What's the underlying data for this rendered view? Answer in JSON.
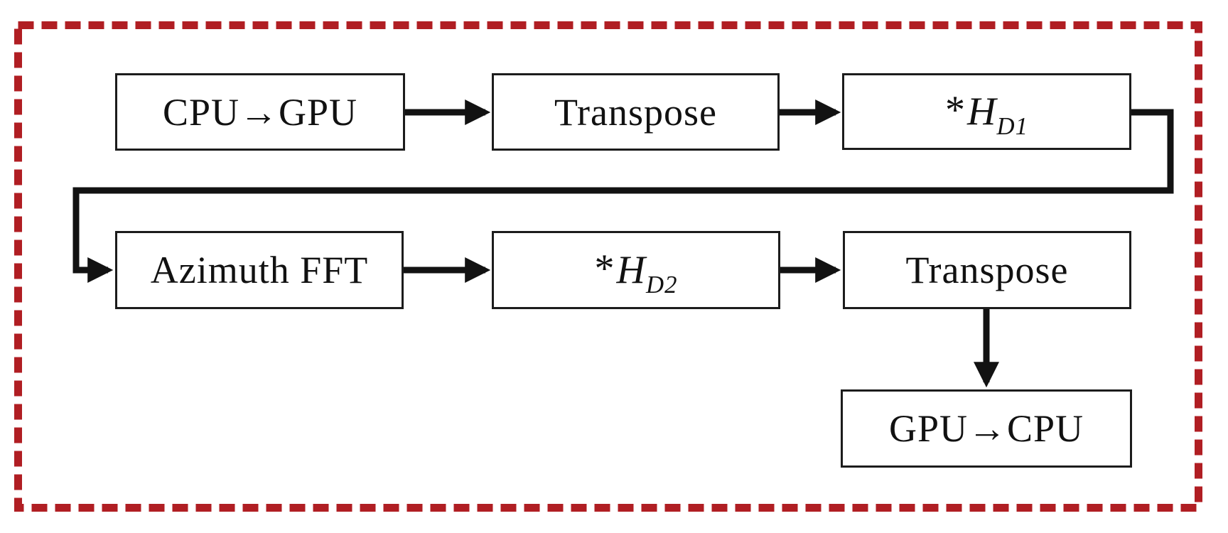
{
  "figure": {
    "type": "flowchart",
    "description": "GPU processing pipeline flowchart inside red dashed frame",
    "border_color": "#b01e23",
    "line_color": "#121212",
    "node_fill": "#ffffff",
    "nodes": {
      "cpu_to_gpu": {
        "label": "CPU→GPU"
      },
      "transpose_1": {
        "label": "Transpose"
      },
      "h_d1": {
        "prefix": "*",
        "letter": "H",
        "sub": "D1"
      },
      "azimuth_fft": {
        "label": "Azimuth FFT"
      },
      "h_d2": {
        "prefix": "*",
        "letter": "H",
        "sub": "D2"
      },
      "transpose_2": {
        "label": "Transpose"
      },
      "gpu_to_cpu": {
        "label": "GPU→CPU"
      }
    },
    "edges": [
      {
        "from": "cpu_to_gpu",
        "to": "transpose_1"
      },
      {
        "from": "transpose_1",
        "to": "h_d1"
      },
      {
        "from": "h_d1",
        "to": "azimuth_fft"
      },
      {
        "from": "azimuth_fft",
        "to": "h_d2"
      },
      {
        "from": "h_d2",
        "to": "transpose_2"
      },
      {
        "from": "transpose_2",
        "to": "gpu_to_cpu"
      }
    ]
  }
}
